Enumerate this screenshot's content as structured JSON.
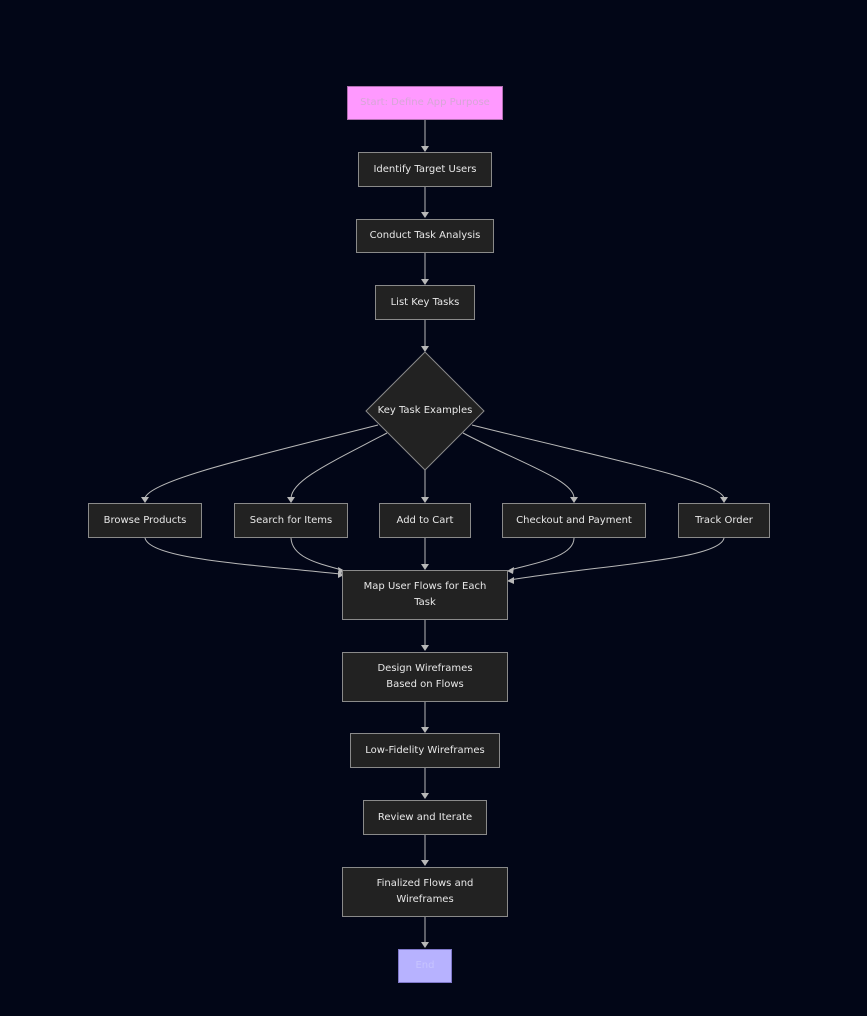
{
  "colors": {
    "background": "#020617",
    "node_fill": "#222222",
    "node_border": "#8a8a8a",
    "edge": "#b8b8b8",
    "start_fill": "#ff99ff",
    "end_fill": "#b7b2ff"
  },
  "nodes": {
    "start": "Start: Define App Purpose",
    "identify_users": "Identify Target Users",
    "task_analysis": "Conduct Task Analysis",
    "list_tasks": "List Key Tasks",
    "decision": "Key Task Examples",
    "browse": "Browse Products",
    "search": "Search for Items",
    "add_cart": "Add to Cart",
    "checkout": "Checkout and Payment",
    "track": "Track Order",
    "map_flows": "Map User Flows for Each Task",
    "design_wireframes": "Design Wireframes Based on Flows",
    "lofi": "Low-Fidelity Wireframes",
    "review": "Review and Iterate",
    "finalized": "Finalized Flows and Wireframes",
    "end": "End"
  }
}
